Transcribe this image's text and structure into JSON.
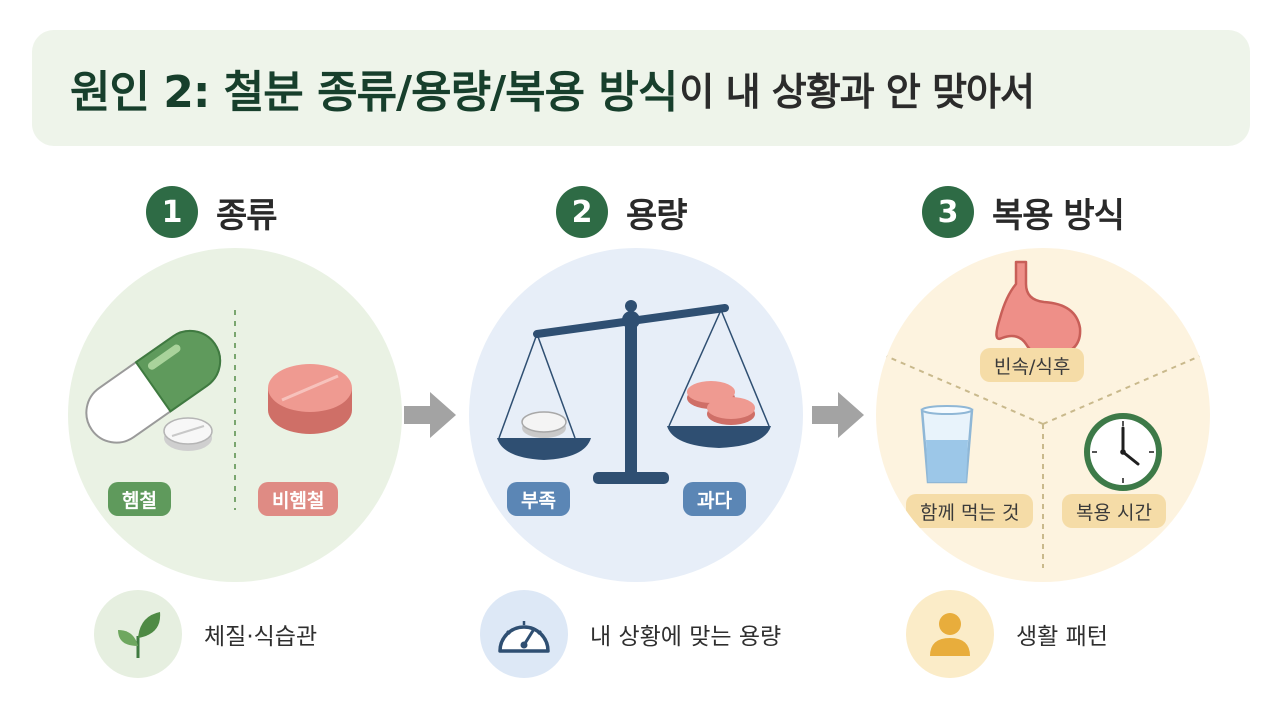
{
  "title": {
    "main": "원인 2: 철분 종류/용량/복용 방식",
    "rest": "이 내 상황과 안 맞아서"
  },
  "sections": [
    {
      "number": "1",
      "title": "종류",
      "labels": [
        "헴철",
        "비헴철"
      ],
      "footer": {
        "text": "체질·식습관",
        "icon": "leaf-icon"
      }
    },
    {
      "number": "2",
      "title": "용량",
      "labels": [
        "부족",
        "과다"
      ],
      "footer": {
        "text": "내 상황에 맞는 용량",
        "icon": "gauge-icon"
      }
    },
    {
      "number": "3",
      "title": "복용 방식",
      "labels": [
        "빈속/식후",
        "함께 먹는 것",
        "복용 시간"
      ],
      "footer": {
        "text": "생활 패턴",
        "icon": "person-icon"
      }
    }
  ],
  "colors": {
    "accent": "#2e6b45",
    "heme": "#5f9a5c",
    "nonheme": "#df8b84",
    "dose": "#5b86b5",
    "method": "#f5dca7"
  }
}
